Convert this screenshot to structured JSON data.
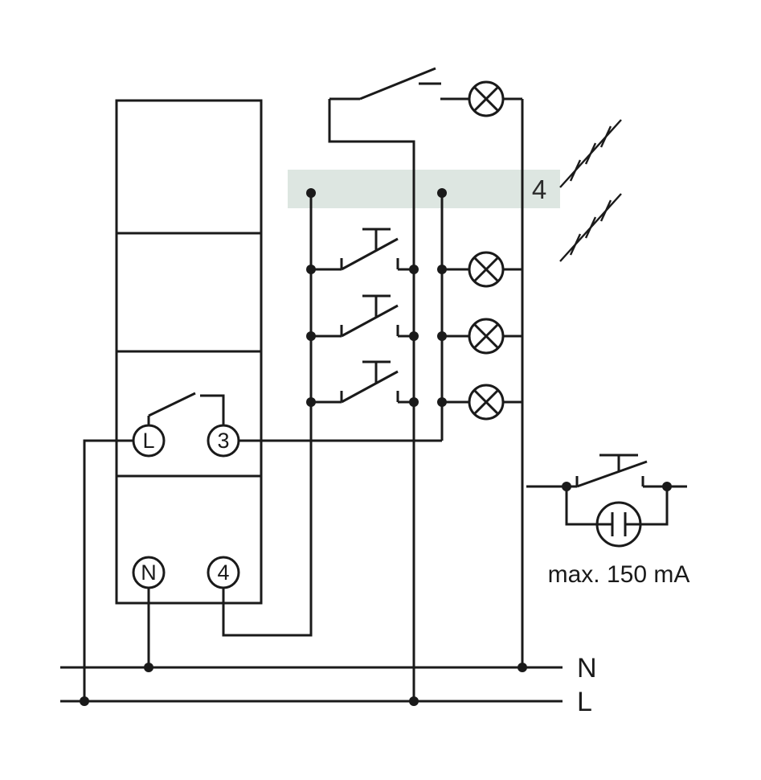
{
  "labels": {
    "terminal_l": "L",
    "terminal_3": "3",
    "terminal_n": "N",
    "terminal_4": "4",
    "bus": "4",
    "neutral_line": "N",
    "live_line": "L",
    "max_current": "max. 150 mA"
  },
  "colors": {
    "line": "#1a1a1a",
    "highlight_band": "#dde6e1",
    "background": "#ffffff"
  },
  "icons": {
    "lamp": "circle-with-diagonal-cross",
    "glow_lamp": "circle-with-two-vertical-bars",
    "junction": "filled-dot",
    "wall_switch": "blade-contact",
    "pushbutton": "blade-contact-with-t-actuator",
    "multi_conductor_marks": "diagonal-hatch"
  }
}
